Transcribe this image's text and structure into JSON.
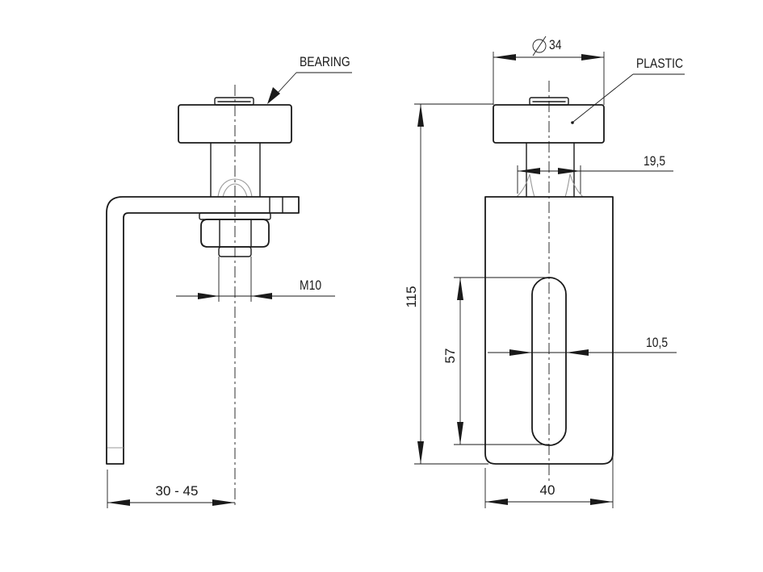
{
  "labels": {
    "bearing": "BEARING",
    "plastic": "PLASTIC",
    "diameter": "34",
    "width_top": "19,5",
    "slot_width": "10,5",
    "height_total": "115",
    "slot_length": "57",
    "base_width": "40",
    "thread": "M10",
    "adjust_range": "30 - 45"
  }
}
